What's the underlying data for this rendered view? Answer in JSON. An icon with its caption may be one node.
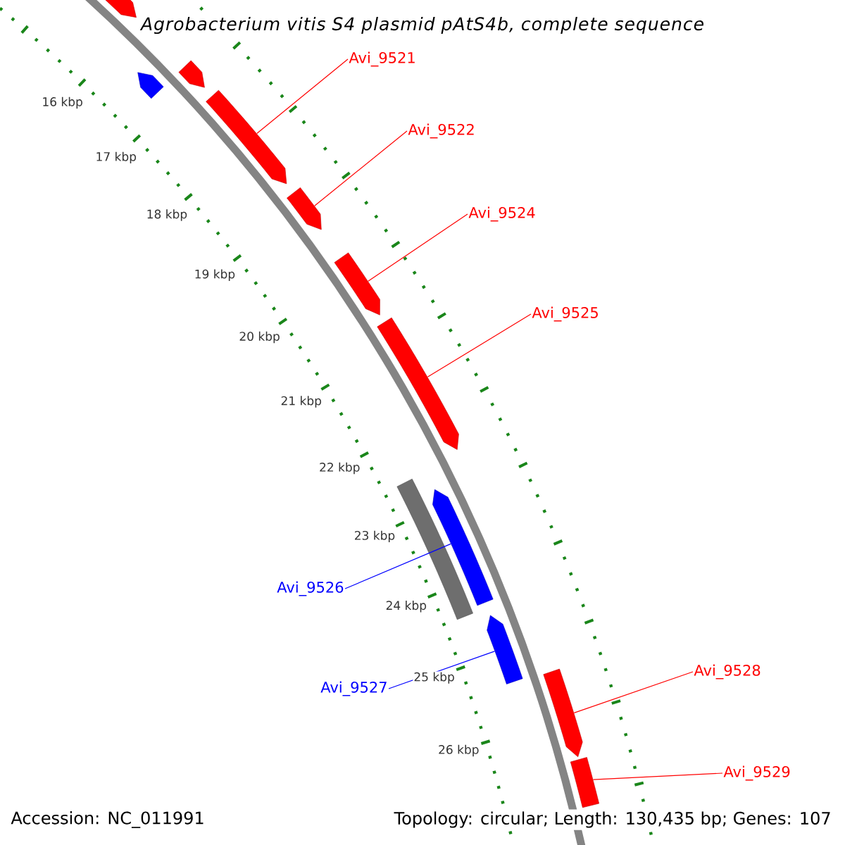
{
  "diagram": {
    "title": "Agrobacterium vitis S4 plasmid pAtS4b, complete sequence",
    "nodes": [
      {
        "text": [
          "Avi_9521"
        ]
      },
      {
        "text": [
          "Avi_9522"
        ]
      },
      {
        "text": [
          "Avi_9524"
        ]
      },
      {
        "text": [
          "Avi_9525"
        ]
      },
      {
        "text": [
          "Avi_9526"
        ]
      },
      {
        "text": [
          "Avi_9527"
        ]
      },
      {
        "text": [
          "Avi_9528"
        ]
      },
      {
        "text": [
          "Avi_9529"
        ]
      },
      {
        "text": [],
        "shape": "arrow"
      },
      {
        "text": [],
        "shape": "arrow"
      },
      {
        "text": [],
        "shape": "arrow"
      },
      {
        "text": [],
        "shape": "arrow"
      },
      {
        "text": [],
        "shape": "arrow"
      },
      {
        "text": [],
        "shape": "arrow"
      },
      {
        "text": [],
        "shape": "arrow"
      },
      {
        "text": [],
        "shape": "bar"
      },
      {
        "text": [],
        "shape": "arrow"
      },
      {
        "text": [],
        "shape": "arrow"
      },
      {
        "text": [],
        "shape": "arrow"
      },
      {
        "text": [],
        "shape": "arrow"
      }
    ],
    "edges": [
      {
        "from": 0,
        "to": 11,
        "arrow": "none"
      },
      {
        "from": 1,
        "to": 12,
        "arrow": "none"
      },
      {
        "from": 2,
        "to": 13,
        "arrow": "none"
      },
      {
        "from": 3,
        "to": 14,
        "arrow": "none"
      },
      {
        "from": 4,
        "to": 16,
        "arrow": "none",
        "color": "#0000ff"
      },
      {
        "from": 5,
        "to": 17,
        "arrow": "none",
        "color": "#0000ff"
      },
      {
        "from": 6,
        "to": 18,
        "arrow": "none"
      },
      {
        "from": 7,
        "to": 19,
        "arrow": "none"
      }
    ],
    "labels": [
      "16 kbp",
      "17 kbp",
      "18 kbp",
      "19 kbp",
      "20 kbp",
      "21 kbp",
      "22 kbp",
      "23 kbp",
      "24 kbp",
      "25 kbp",
      "26 kbp",
      "Accession: NC_011991",
      "Topology: circular; Length: 130,435 bp; Genes: 107"
    ]
  }
}
